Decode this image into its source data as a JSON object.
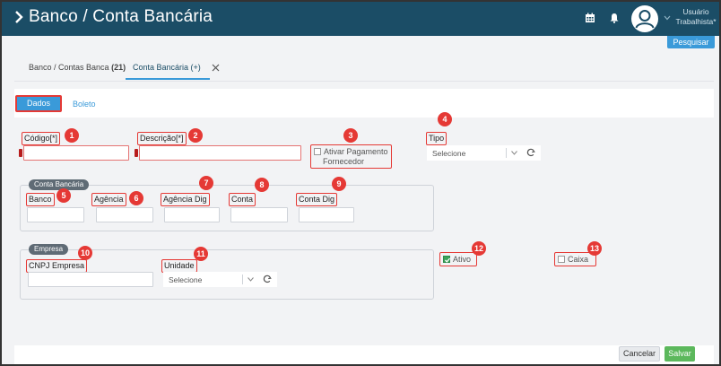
{
  "header": {
    "title": "Banco / Conta Bancária",
    "user_label": "Usuário Trabalhista*",
    "color": "#1b4d66"
  },
  "toolbar": {
    "search_label": "Pesquisar"
  },
  "tabs": [
    {
      "label": "Banco / Contas Banca",
      "count": "(21)"
    },
    {
      "label": "Conta Bancária (+)"
    }
  ],
  "subtabs": {
    "dados": "Dados",
    "boleto": "Boleto"
  },
  "form": {
    "codigo": {
      "label": "Código[*]",
      "badge": "1"
    },
    "descricao": {
      "label": "Descrição[*]",
      "badge": "2"
    },
    "ativar": {
      "label_line1": "Ativar Pagamento",
      "label_line2": "Fornecedor",
      "badge": "3"
    },
    "tipo": {
      "label": "Tipo",
      "badge": "4",
      "placeholder": "Selecione"
    },
    "conta_bancaria": {
      "legend": "Conta Bancária",
      "banco": {
        "label": "Banco",
        "badge": "5"
      },
      "agencia": {
        "label": "Agência",
        "badge": "6"
      },
      "agencia_dig": {
        "label": "Agência Dig",
        "badge": "7"
      },
      "conta": {
        "label": "Conta",
        "badge": "8"
      },
      "conta_dig": {
        "label": "Conta Dig",
        "badge": "9"
      }
    },
    "empresa": {
      "legend": "Empresa",
      "cnpj": {
        "label": "CNPJ Empresa",
        "badge": "10"
      },
      "unidade": {
        "label": "Unidade",
        "badge": "11",
        "placeholder": "Selecione"
      }
    },
    "ativo": {
      "label": "Ativo",
      "badge": "12",
      "checked": true
    },
    "caixa": {
      "label": "Caixa",
      "badge": "13",
      "checked": false
    }
  },
  "footer": {
    "cancel_label": "Cancelar",
    "save_label": "Salvar"
  },
  "colors": {
    "accent": "#3a9ad9",
    "highlight": "#e53935",
    "success": "#5cb85c"
  }
}
